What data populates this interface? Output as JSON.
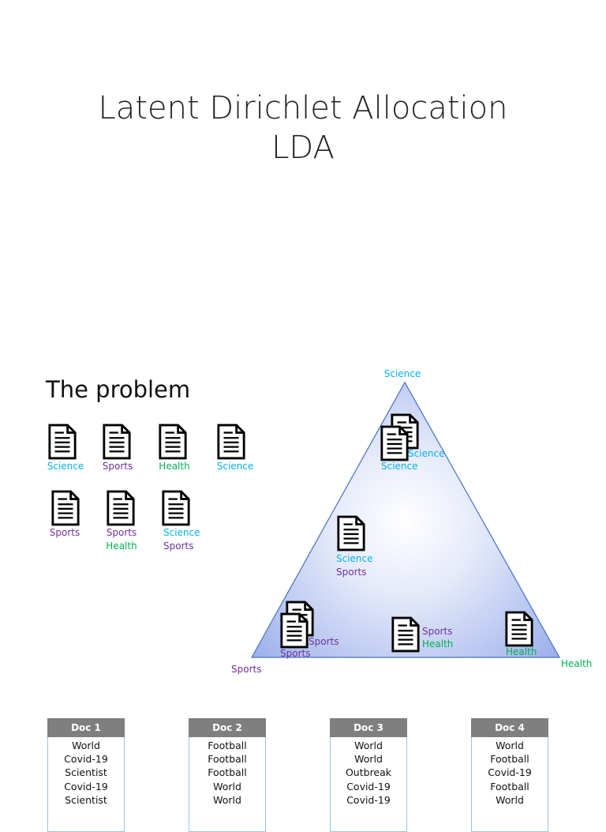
{
  "title": {
    "line1": "Latent Dirichlet Allocation",
    "line2": "LDA"
  },
  "problem_heading": "The problem",
  "colors": {
    "science": "#00b0f0",
    "sports": "#7030a0",
    "health": "#00b050",
    "table_header": "#7f7f7f",
    "triangle_edge": "#4472c4"
  },
  "icon": "document-icon",
  "doc_grid": [
    {
      "labels": [
        {
          "text": "Science",
          "topic": "science"
        }
      ]
    },
    {
      "labels": [
        {
          "text": "Sports",
          "topic": "sports"
        }
      ]
    },
    {
      "labels": [
        {
          "text": "Health",
          "topic": "health"
        }
      ]
    },
    {
      "labels": [
        {
          "text": "Science",
          "topic": "science"
        }
      ]
    },
    {
      "labels": [
        {
          "text": "Sports",
          "topic": "sports"
        }
      ]
    },
    {
      "labels": [
        {
          "text": "Sports",
          "topic": "sports"
        },
        {
          "text": "Health",
          "topic": "health"
        }
      ]
    },
    {
      "labels": [
        {
          "text": "Science",
          "topic": "science"
        },
        {
          "text": "Sports",
          "topic": "sports"
        }
      ]
    }
  ],
  "simplex": {
    "corners": {
      "top": "Science",
      "left": "Sports",
      "right": "Health"
    },
    "docs": [
      {
        "label": "Science"
      },
      {
        "label": "Science"
      },
      {
        "labels": [
          "Science",
          "Sports"
        ]
      },
      {
        "label": "Sports"
      },
      {
        "label": "Sports"
      },
      {
        "labels": [
          "Sports",
          "Health"
        ]
      },
      {
        "label": "Health"
      }
    ]
  },
  "tables": [
    {
      "header": "Doc 1",
      "words": [
        "World",
        "Covid-19",
        "Scientist",
        "Covid-19",
        "Scientist"
      ]
    },
    {
      "header": "Doc 2",
      "words": [
        "Football",
        "Football",
        "Football",
        "World",
        "World"
      ]
    },
    {
      "header": "Doc 3",
      "words": [
        "World",
        "World",
        "Outbreak",
        "Covid-19",
        "Covid-19"
      ]
    },
    {
      "header": "Doc 4",
      "words": [
        "World",
        "Football",
        "Covid-19",
        "Football",
        "World"
      ]
    }
  ]
}
